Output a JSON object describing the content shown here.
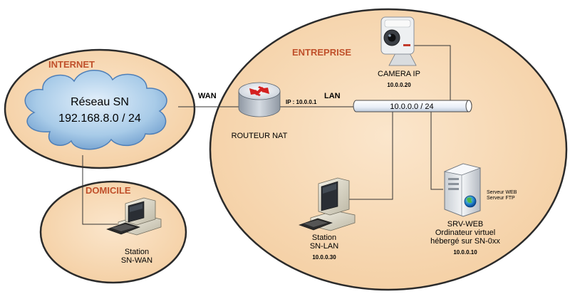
{
  "zones": {
    "internet": "INTERNET",
    "domicile": "DOMICILE",
    "entreprise": "ENTREPRISE"
  },
  "cloud": {
    "line1": "Réseau SN",
    "line2": "192.168.8.0 / 24"
  },
  "links": {
    "wan": "WAN",
    "lan": "LAN"
  },
  "router": {
    "ip_label": "IP : 10.0.0.1",
    "name": "ROUTEUR NAT"
  },
  "lan_bus": {
    "label": "10.0.0.0 / 24"
  },
  "camera": {
    "name": "CAMERA IP",
    "ip": "10.0.0.20"
  },
  "server": {
    "services": [
      "Serveur WEB",
      "Serveur FTP"
    ],
    "name_lines": [
      "SRV-WEB",
      "Ordinateur virtuel",
      "hébergé sur SN-0xx"
    ],
    "ip": "10.0.0.10"
  },
  "station_lan": {
    "name_lines": [
      "Station",
      "SN-LAN"
    ],
    "ip": "10.0.0.30"
  },
  "station_wan": {
    "name_lines": [
      "Station",
      "SN-WAN"
    ]
  },
  "colors": {
    "zone_fill": "#f9dcb8",
    "zone_title": "#c0502b",
    "cloud_fill": "#9dc3e6",
    "router_red": "#d42020",
    "pipe_fill": "#eef3fa"
  }
}
